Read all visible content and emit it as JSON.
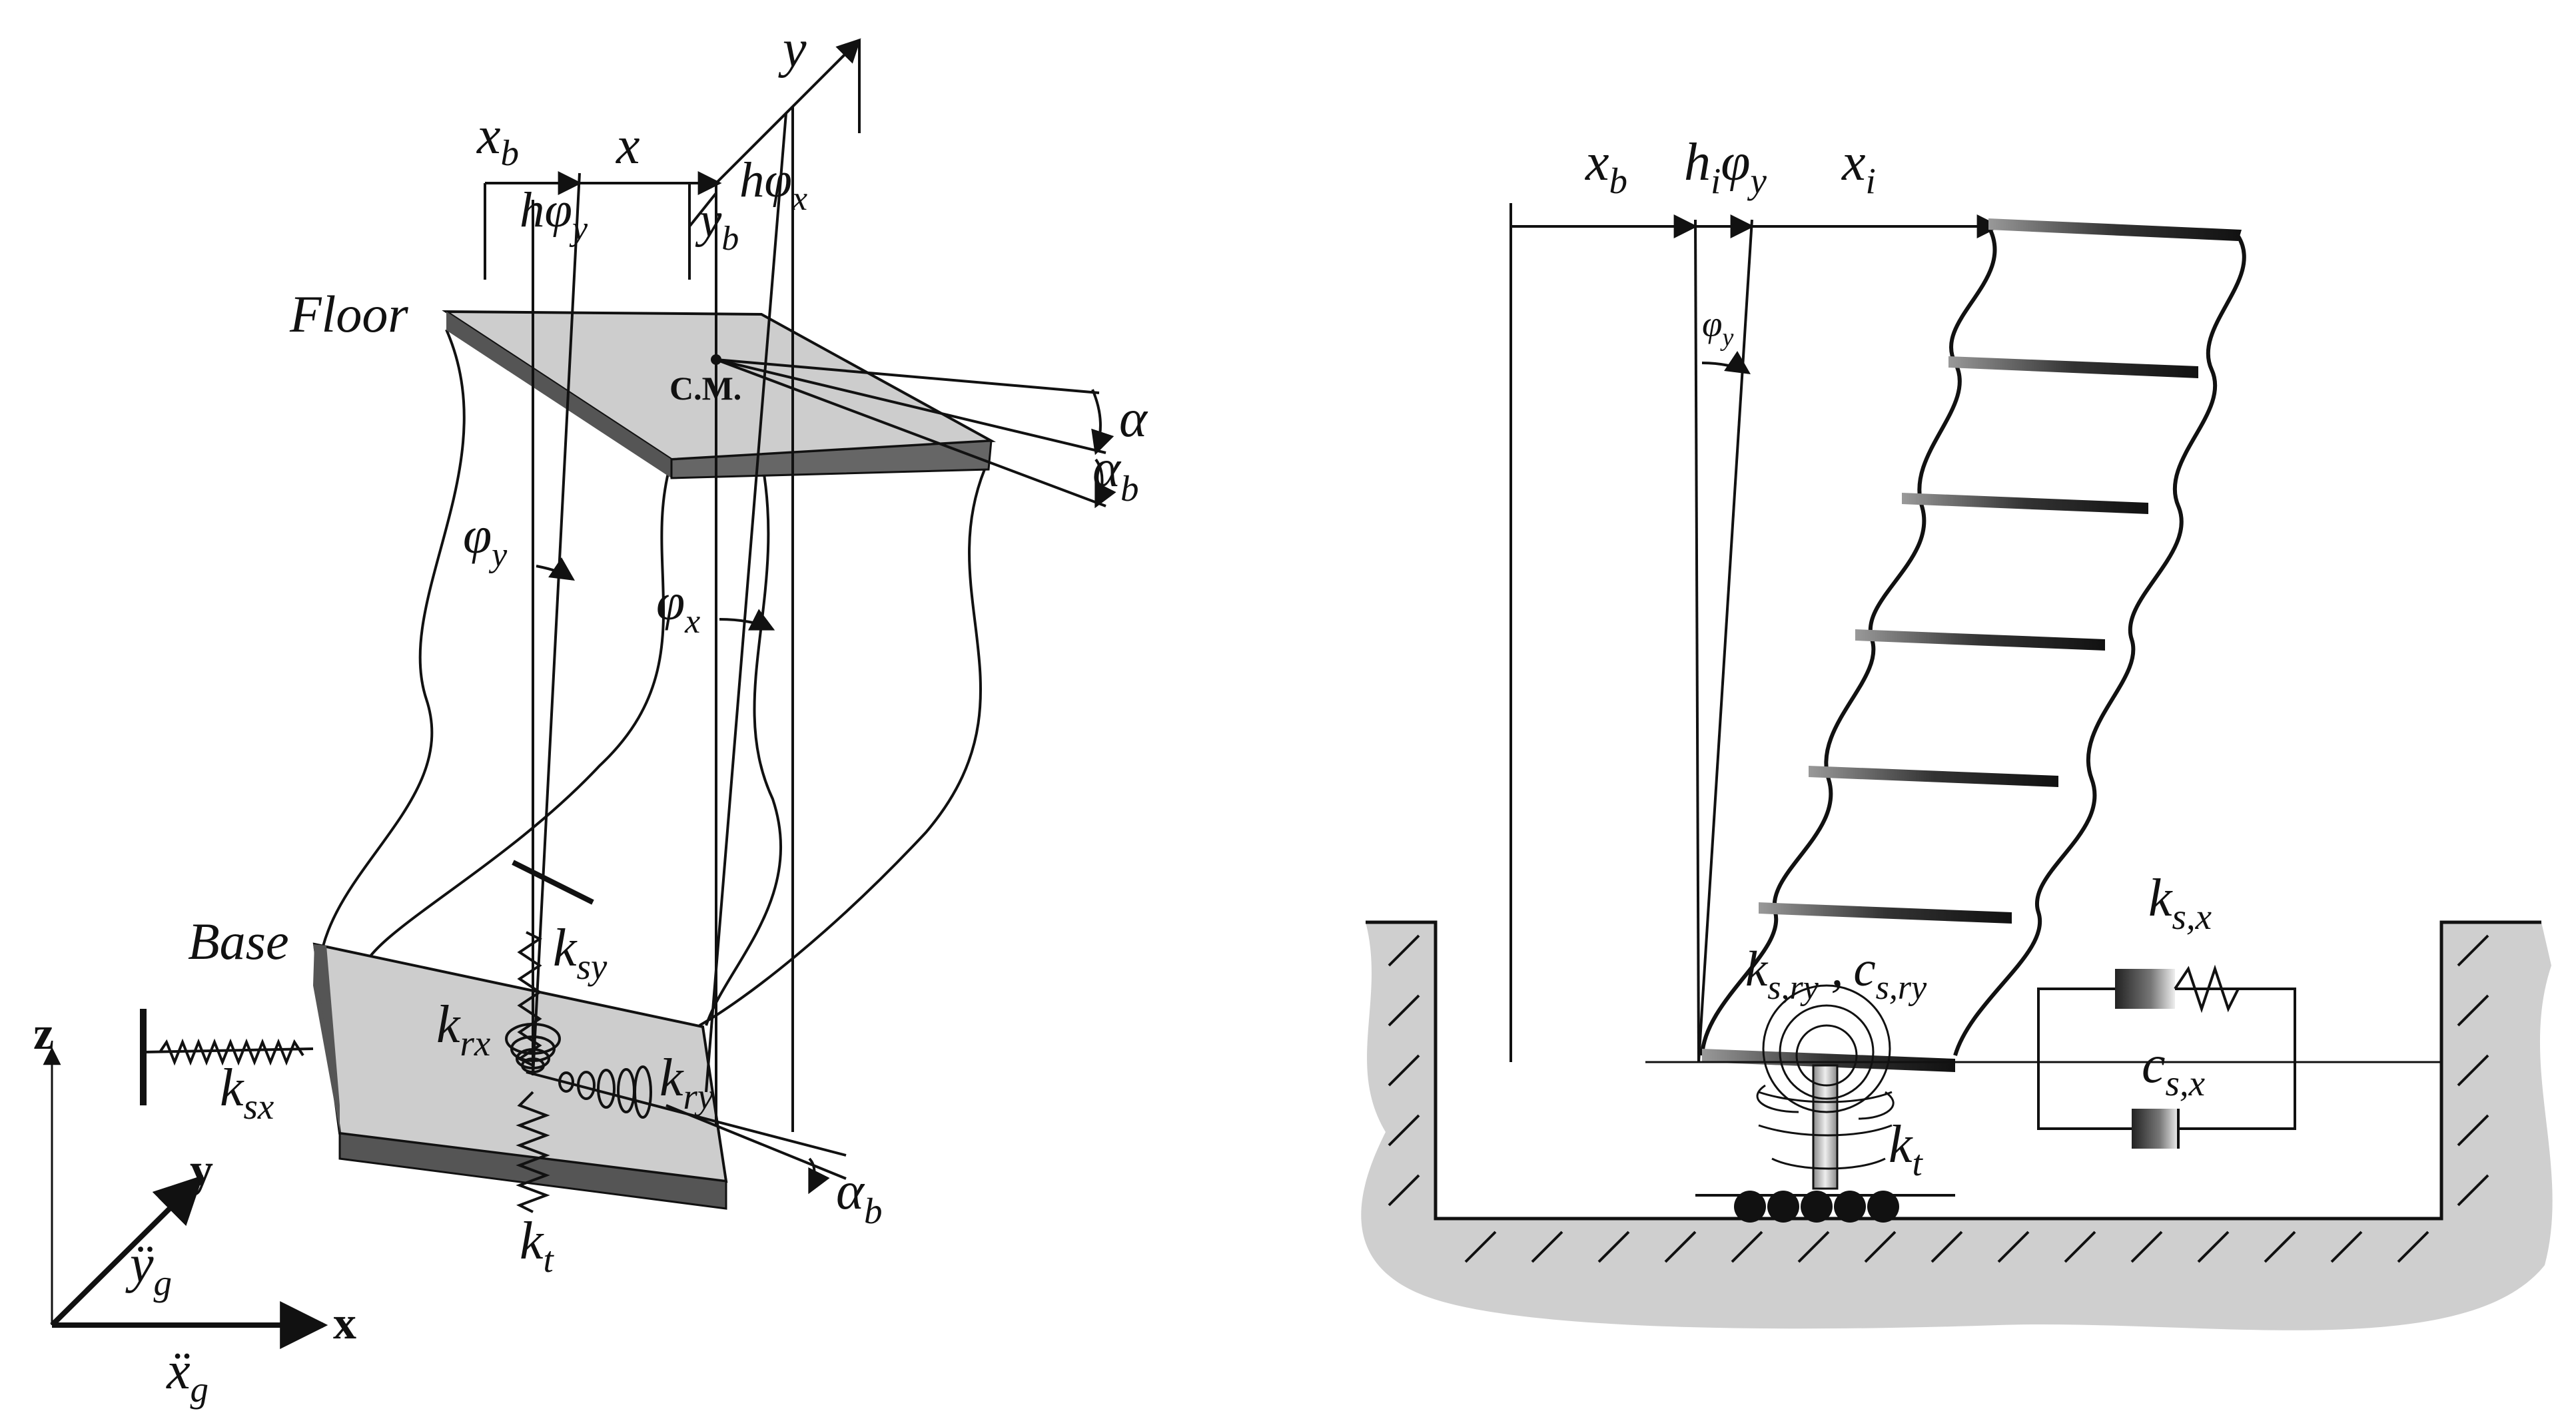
{
  "left_figure": {
    "labels": {
      "floor": "Floor",
      "base": "Base",
      "cm": "C.M.",
      "xb": "x",
      "xb_sub": "b",
      "x": "x",
      "y": "y",
      "hphiy": "hφ",
      "hphiy_sub": "y",
      "yb": "y",
      "yb_sub": "b",
      "hphix": "hφ",
      "hphix_sub": "x",
      "alpha": "α",
      "alphab": "α",
      "alphab_sub": "b",
      "alphab2": "α",
      "alphab2_sub": "b",
      "phiy": "φ",
      "phiy_sub": "y",
      "phix": "φ",
      "phix_sub": "x",
      "ksy": "k",
      "ksy_sub": "sy",
      "krx": "k",
      "krx_sub": "rx",
      "kry": "k",
      "kry_sub": "ry",
      "ksx": "k",
      "ksx_sub": "sx",
      "kt": "k",
      "kt_sub": "t",
      "axis_z": "z",
      "axis_y": "y",
      "axis_x": "x",
      "yg": "ÿ",
      "yg_sub": "g",
      "xg": "ẍ",
      "xg_sub": "g"
    }
  },
  "right_figure": {
    "labels": {
      "xb": "x",
      "xb_sub": "b",
      "hi": "h",
      "hi_sub": "i",
      "phiy": "φ",
      "phiy_sub": "y",
      "xi": "x",
      "xi_sub": "i",
      "phiy_small": "φ",
      "phiy_small_sub": "y",
      "ksry": "k",
      "ksry_sub": "s,ry",
      "comma": " ,",
      "csry": "c",
      "csry_sub": "s,ry",
      "ksx": "k",
      "ksx_sub": "s,x",
      "csx": "c",
      "csx_sub": "s,x",
      "kt": "k",
      "kt_sub": "t"
    }
  },
  "colors": {
    "slab_top": "#cdcdcd",
    "slab_side": "#555555",
    "ground": "#cfcfcf",
    "ink": "#111111"
  }
}
